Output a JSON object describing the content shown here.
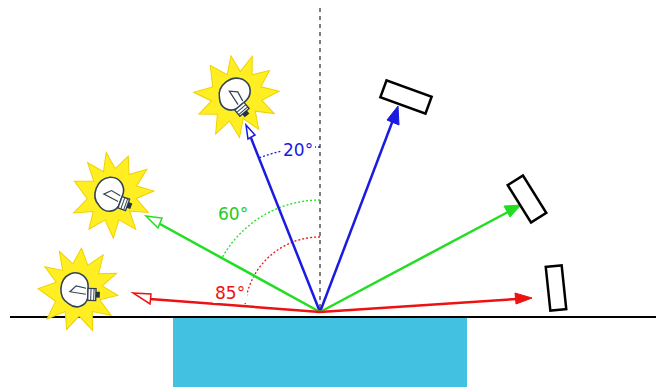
{
  "diagram": {
    "labels": [
      "20°",
      "60°",
      "85°"
    ]
  }
}
